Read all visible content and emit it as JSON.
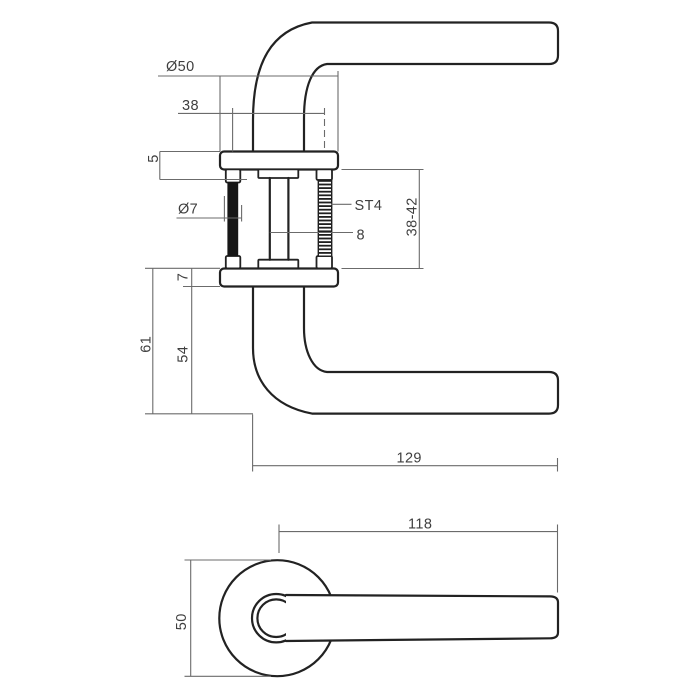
{
  "drawing": {
    "type": "technical-dimension-drawing",
    "subject": "door handle lever on round rose",
    "colors": {
      "background": "#ffffff",
      "object_line": "#222222",
      "dimension_line": "#6b6b6b",
      "text": "#3f3f3f"
    },
    "views": {
      "side": {
        "labels": {
          "rose_diameter": "Ø50",
          "screw_spacing": "38",
          "rose_edge_height": "5",
          "screw_diameter": "Ø7",
          "screw_thread": "ST4",
          "spindle_square": "8",
          "door_thickness_range": "38-42",
          "rose_thickness": "7",
          "total_height": "61",
          "handle_drop": "54",
          "lever_length": "129"
        }
      },
      "plan": {
        "labels": {
          "lever_length": "118",
          "rose_diameter": "50"
        }
      }
    }
  }
}
